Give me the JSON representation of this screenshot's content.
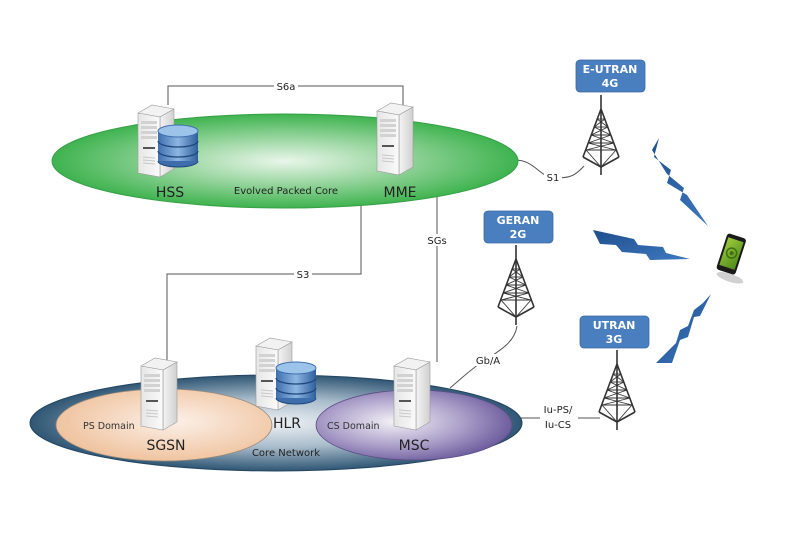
{
  "title": "Mobile network architecture: Evolved Packet Core and Core Network with radio access networks",
  "networks": {
    "epc": {
      "label": "Evolved Packed Core",
      "color": "#3fb34f"
    },
    "core": {
      "label": "Core Network",
      "color": "#2f5674"
    },
    "ps_domain": {
      "label": "PS Domain",
      "color": "#f0c4a0"
    },
    "cs_domain": {
      "label": "CS Domain",
      "color": "#7a6aa8"
    }
  },
  "nodes": {
    "hss": {
      "label": "HSS",
      "icon": "server-database-icon"
    },
    "mme": {
      "label": "MME",
      "icon": "server-icon"
    },
    "sgsn": {
      "label": "SGSN",
      "icon": "server-icon"
    },
    "hlr": {
      "label": "HLR",
      "icon": "server-database-icon"
    },
    "msc": {
      "label": "MSC",
      "icon": "server-icon"
    }
  },
  "radio_access": [
    {
      "name": "E-UTRAN",
      "gen": "4G",
      "icon": "cell-tower-icon"
    },
    {
      "name": "GERAN",
      "gen": "2G",
      "icon": "cell-tower-icon"
    },
    {
      "name": "UTRAN",
      "gen": "3G",
      "icon": "cell-tower-icon"
    }
  ],
  "ran_box_color": "#4a7fbf",
  "signal_color": "#2e63a3",
  "links": {
    "s6a": "S6a",
    "s1": "S1",
    "s3": "S3",
    "sgs": "SGs",
    "gb_a": "Gb/A",
    "iu_ps": "Iu-PS/",
    "iu_cs": "Iu-CS"
  },
  "device": {
    "icon": "smartphone-icon"
  }
}
